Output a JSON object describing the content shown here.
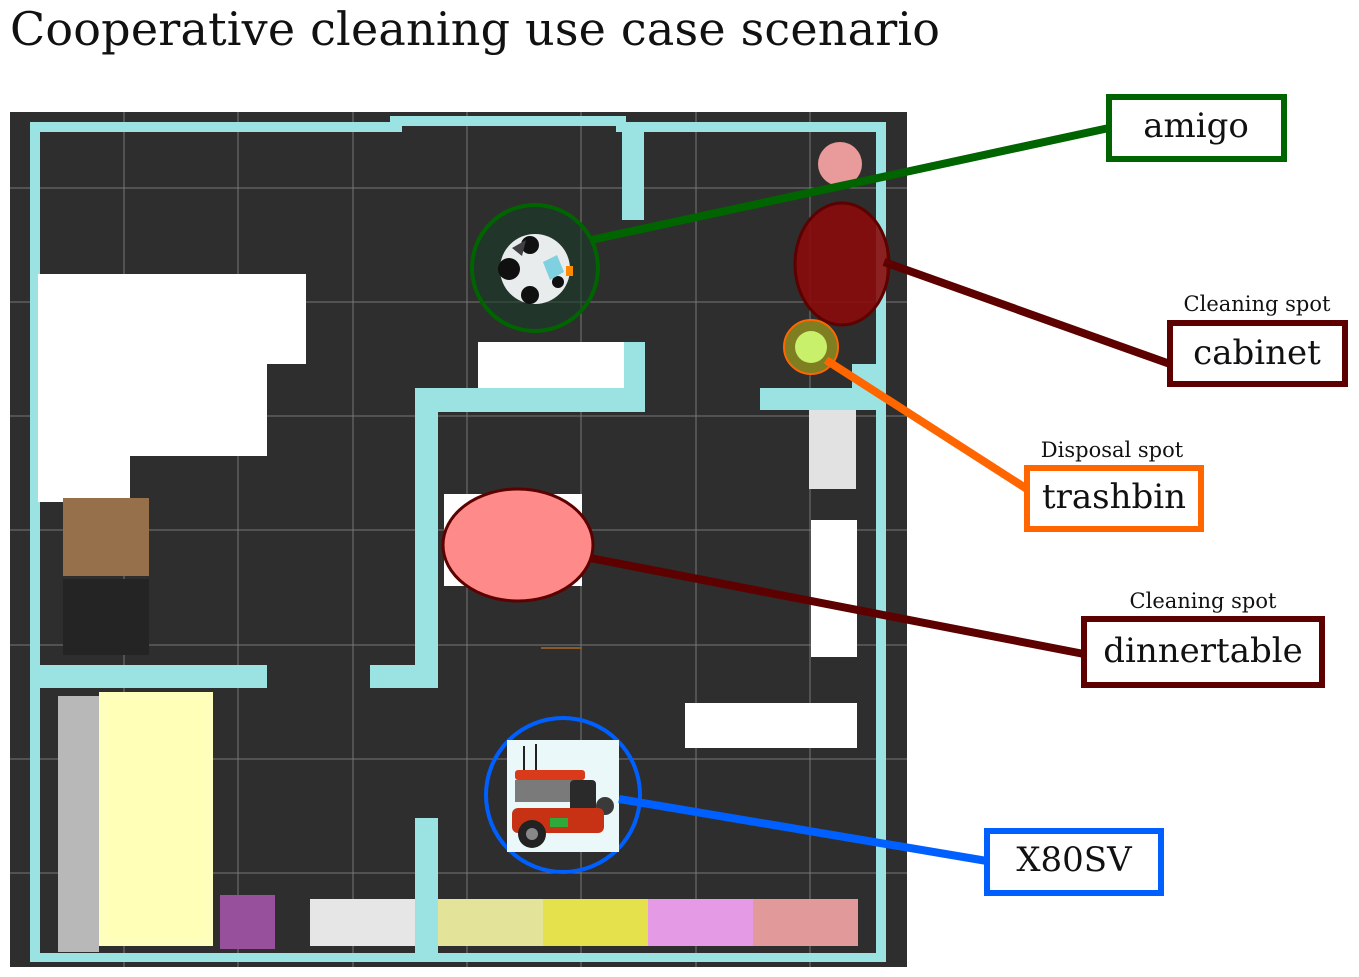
{
  "title": "Cooperative cleaning use case scenario",
  "map": {
    "background": "#2e2e2e",
    "wall_color": "#9be3e3",
    "grid_color": "#8a8a8a"
  },
  "callouts": {
    "amigo": {
      "label": "amigo",
      "caption": "",
      "color": "#006400"
    },
    "cabinet": {
      "label": "cabinet",
      "caption": "Cleaning spot",
      "color": "#5c0000"
    },
    "trashbin": {
      "label": "trashbin",
      "caption": "Disposal spot",
      "color": "#ff6600"
    },
    "dinnertable": {
      "label": "dinnertable",
      "caption": "Cleaning spot",
      "color": "#5c0000"
    },
    "x80sv": {
      "label": "X80SV",
      "caption": "",
      "color": "#0060ff"
    }
  },
  "icons": {
    "amigo_robot": "amigo-robot-icon",
    "x80sv_robot": "x80sv-robot-icon"
  }
}
